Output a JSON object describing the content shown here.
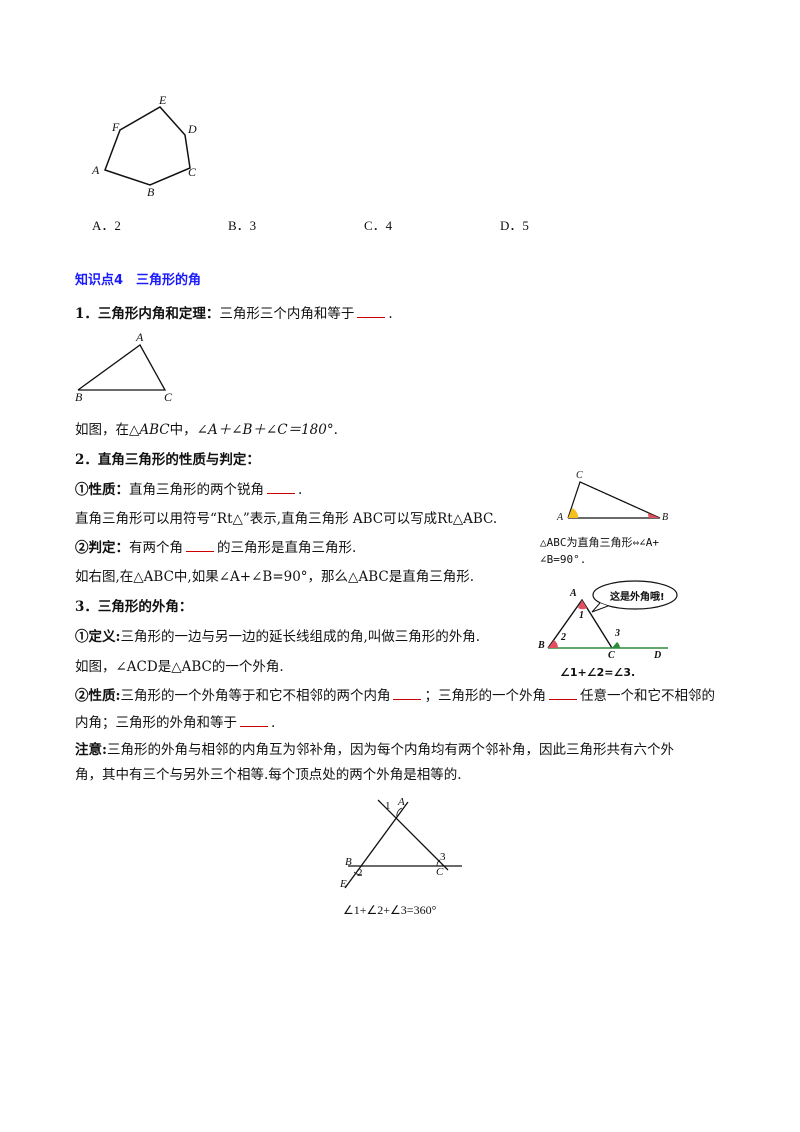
{
  "hexagon": {
    "labels": [
      "A",
      "B",
      "C",
      "D",
      "E",
      "F"
    ]
  },
  "options": [
    "A．2",
    "B．3",
    "C．4",
    "D．5"
  ],
  "section4": {
    "title": "知识点4　三角形的角",
    "p1_head": "1．三角形内角和定理：",
    "p1_text": "三角形三个内角和等于",
    "tri_labels": [
      "A",
      "B",
      "C"
    ],
    "p1_formula_pre": "如图，在",
    "p1_formula_tri": "△ABC",
    "p1_formula_mid": "中，",
    "p1_formula": "∠A＋∠B＋∠C＝180°",
    "p2_head": "2．直角三角形的性质与判定：",
    "p2_prop_head": "①性质：",
    "p2_prop_text": "直角三角形的两个锐角",
    "p2_symbol_text": "直角三角形可以用符号“Rt△”表示,直角三角形 ABC可以写成Rt△ABC.",
    "p2_judge_head": "②判定：",
    "p2_judge_pre": "有两个角",
    "p2_judge_post": "的三角形是直角三角形.",
    "p2_example": "如右图,在△ABC中,如果∠A+∠B=90°，那么△ABC是直角三角形.",
    "right_fig_labels": [
      "C",
      "A",
      "B"
    ],
    "right_fig_caption1": "△ABC为直角三角形⇔∠A+",
    "right_fig_caption2": "∠B=90°.",
    "p3_head": "3．三角形的外角：",
    "p3_def_head": "①定义:",
    "p3_def_text": "三角形的一边与另一边的延长线组成的角,叫做三角形的外角.",
    "p3_example": "如图，∠ACD是△ABC的一个外角.",
    "ext_fig_bubble": "这是外角哦!",
    "ext_fig_labels": [
      "A",
      "1",
      "B",
      "2",
      "3",
      "C",
      "D"
    ],
    "ext_fig_caption": "∠1+∠2=∠3.",
    "p3_prop_head": "②性质:",
    "p3_prop_text1": "三角形的一个外角等于和它不相邻的两个内角",
    "p3_prop_text2": "；三角形的一个外角",
    "p3_prop_text3": "任意一个和它不相邻的",
    "p3_prop_line2": "内角；三角形的外角和等于",
    "note_head": "注意:",
    "note_text1": "三角形的外角与相邻的内角互为邻补角，因为每个内角均有两个邻补角，因此三角形共有六个外",
    "note_text2": "角，其中有三个与另外三个相等.每个顶点处的两个外角是相等的.",
    "bottom_fig_labels": [
      "1",
      "A",
      "B",
      "2",
      "E",
      "3",
      "C"
    ],
    "bottom_caption": "∠1+∠2+∠3=360°"
  }
}
